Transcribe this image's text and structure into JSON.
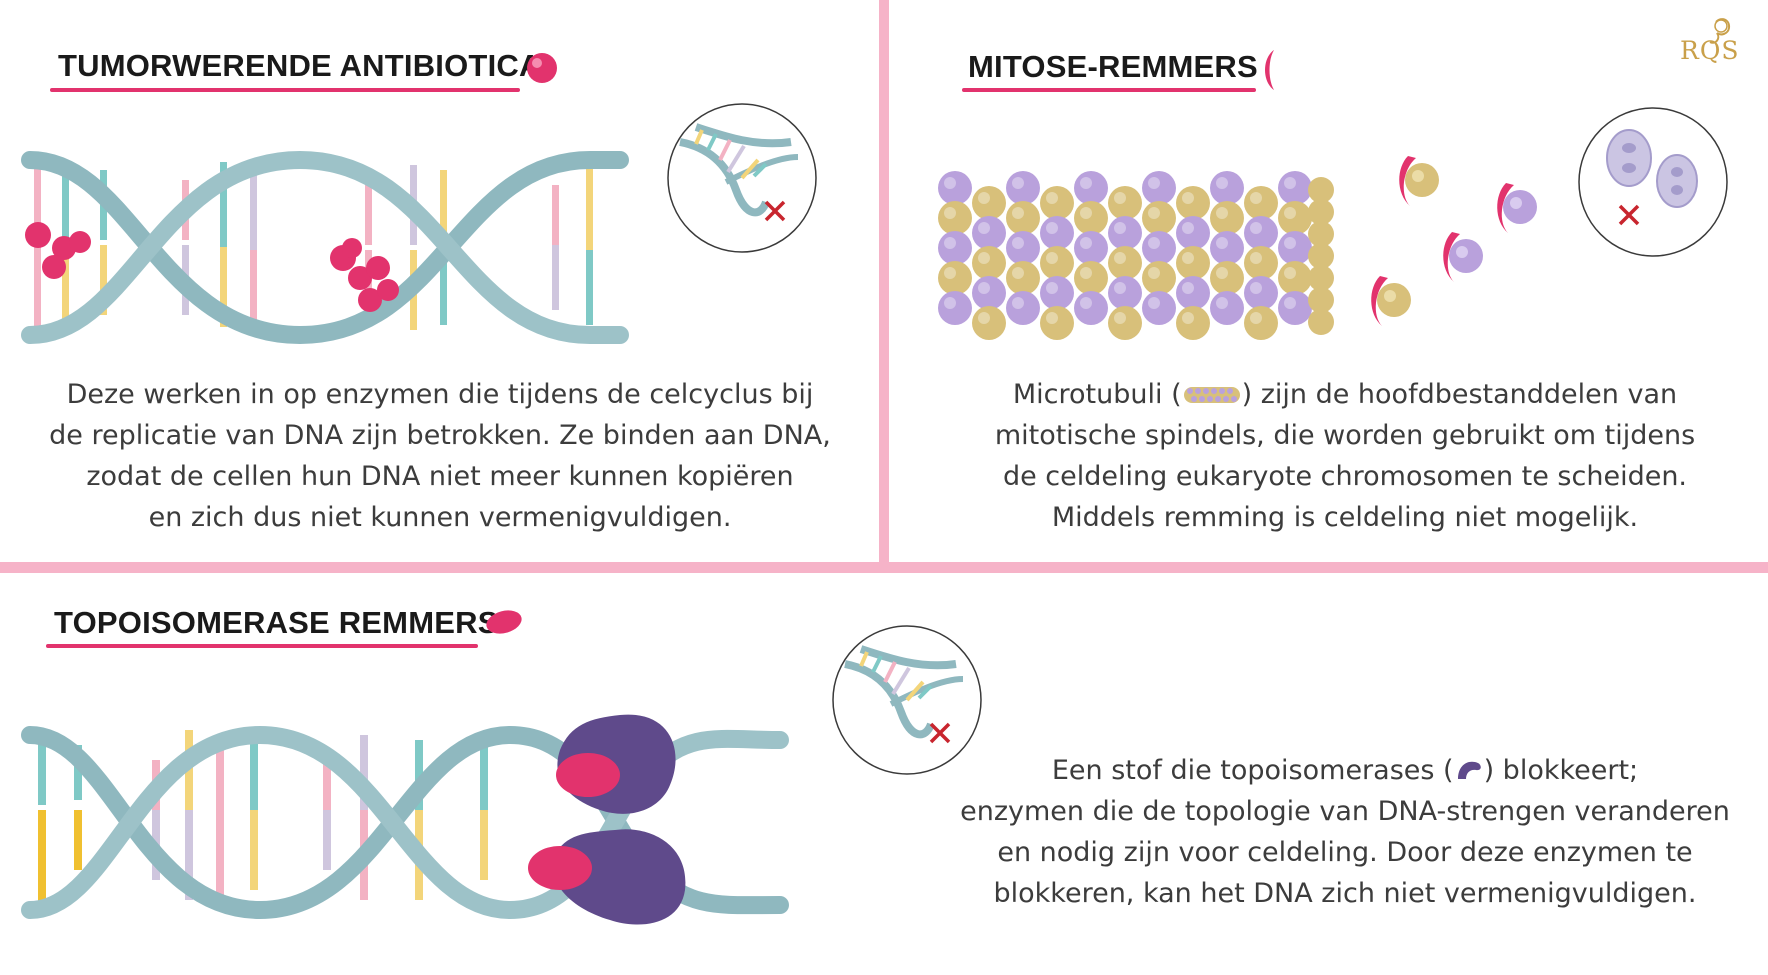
{
  "brand": {
    "logo_text": "RQS"
  },
  "colors": {
    "pink": "#e2336d",
    "pink_light": "#f6b3c8",
    "teal_strand": "#8fb8bf",
    "purple_enzyme": "#5f4a8b",
    "tubulin_purple": "#b9a1dc",
    "tubulin_gold": "#d8c07a"
  },
  "panels": {
    "antibiotics": {
      "title": "TUMORWERENDE ANTIBIOTICA",
      "lines": [
        "Deze werken in op enzymen die tijdens de celcyclus bij",
        "de replicatie van DNA zijn betrokken. Ze binden aan DNA,",
        "zodat de cellen hun DNA niet meer kunnen kopiëren",
        "en zich dus niet kunnen vermenigvuldigen."
      ],
      "icons": [
        "pink-circle-icon",
        "dna-helix-illustration",
        "no-replication-icon"
      ]
    },
    "mitosis": {
      "title": "MITOSE-REMMERS",
      "lines": [
        {
          "pre": "Microtubuli (",
          "post": ") zijn de hoofdbestanddelen van"
        },
        "mitotische spindels, die worden gebruikt om tijdens",
        "de celdeling eukaryote chromosomen te scheiden.",
        "Middels remming is celdeling niet mogelijk."
      ],
      "icons": [
        "pink-crescent-icon",
        "microtubule-illustration",
        "no-cell-division-icon"
      ]
    },
    "topoisomerase": {
      "title": "TOPOISOMERASE REMMERS",
      "lines": [
        {
          "pre": "Een stof die topoisomerases (",
          "post": ") blokkeert;"
        },
        "enzymen die de topologie van DNA-strengen veranderen",
        "en nodig zijn voor celdeling. Door deze enzymen te",
        "blokkeren, kan het DNA zich niet vermenigvuldigen."
      ],
      "icons": [
        "pink-oval-icon",
        "dna-topoisomerase-illustration",
        "no-replication-icon"
      ]
    }
  }
}
